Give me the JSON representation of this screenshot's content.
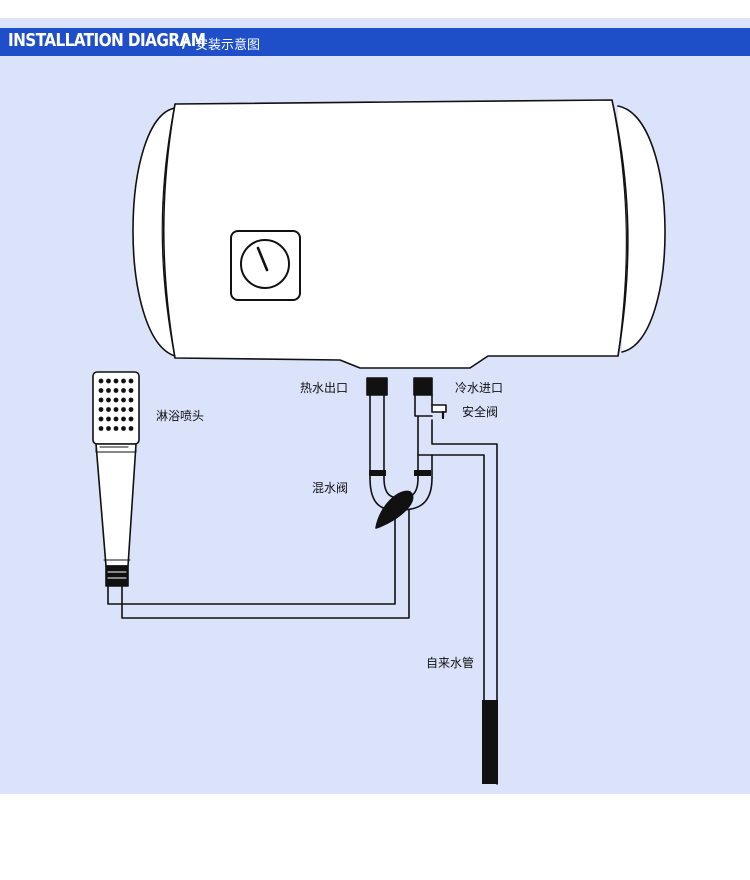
{
  "header": {
    "title": "INSTALLATION DIAGRAM",
    "separator": "/",
    "subtitle": "安装示意图"
  },
  "labels": {
    "hot_water_outlet": "热水出口",
    "cold_water_inlet": "冷水进口",
    "safety_valve": "安全阀",
    "shower_head": "淋浴喷头",
    "mixing_valve": "混水阀",
    "tap_water_pipe": "自来水管"
  },
  "colors": {
    "header_background": "#1e4fc9",
    "panel_background": "#dbe3fb",
    "heater_body": "#ffffff",
    "line": "#111111"
  }
}
